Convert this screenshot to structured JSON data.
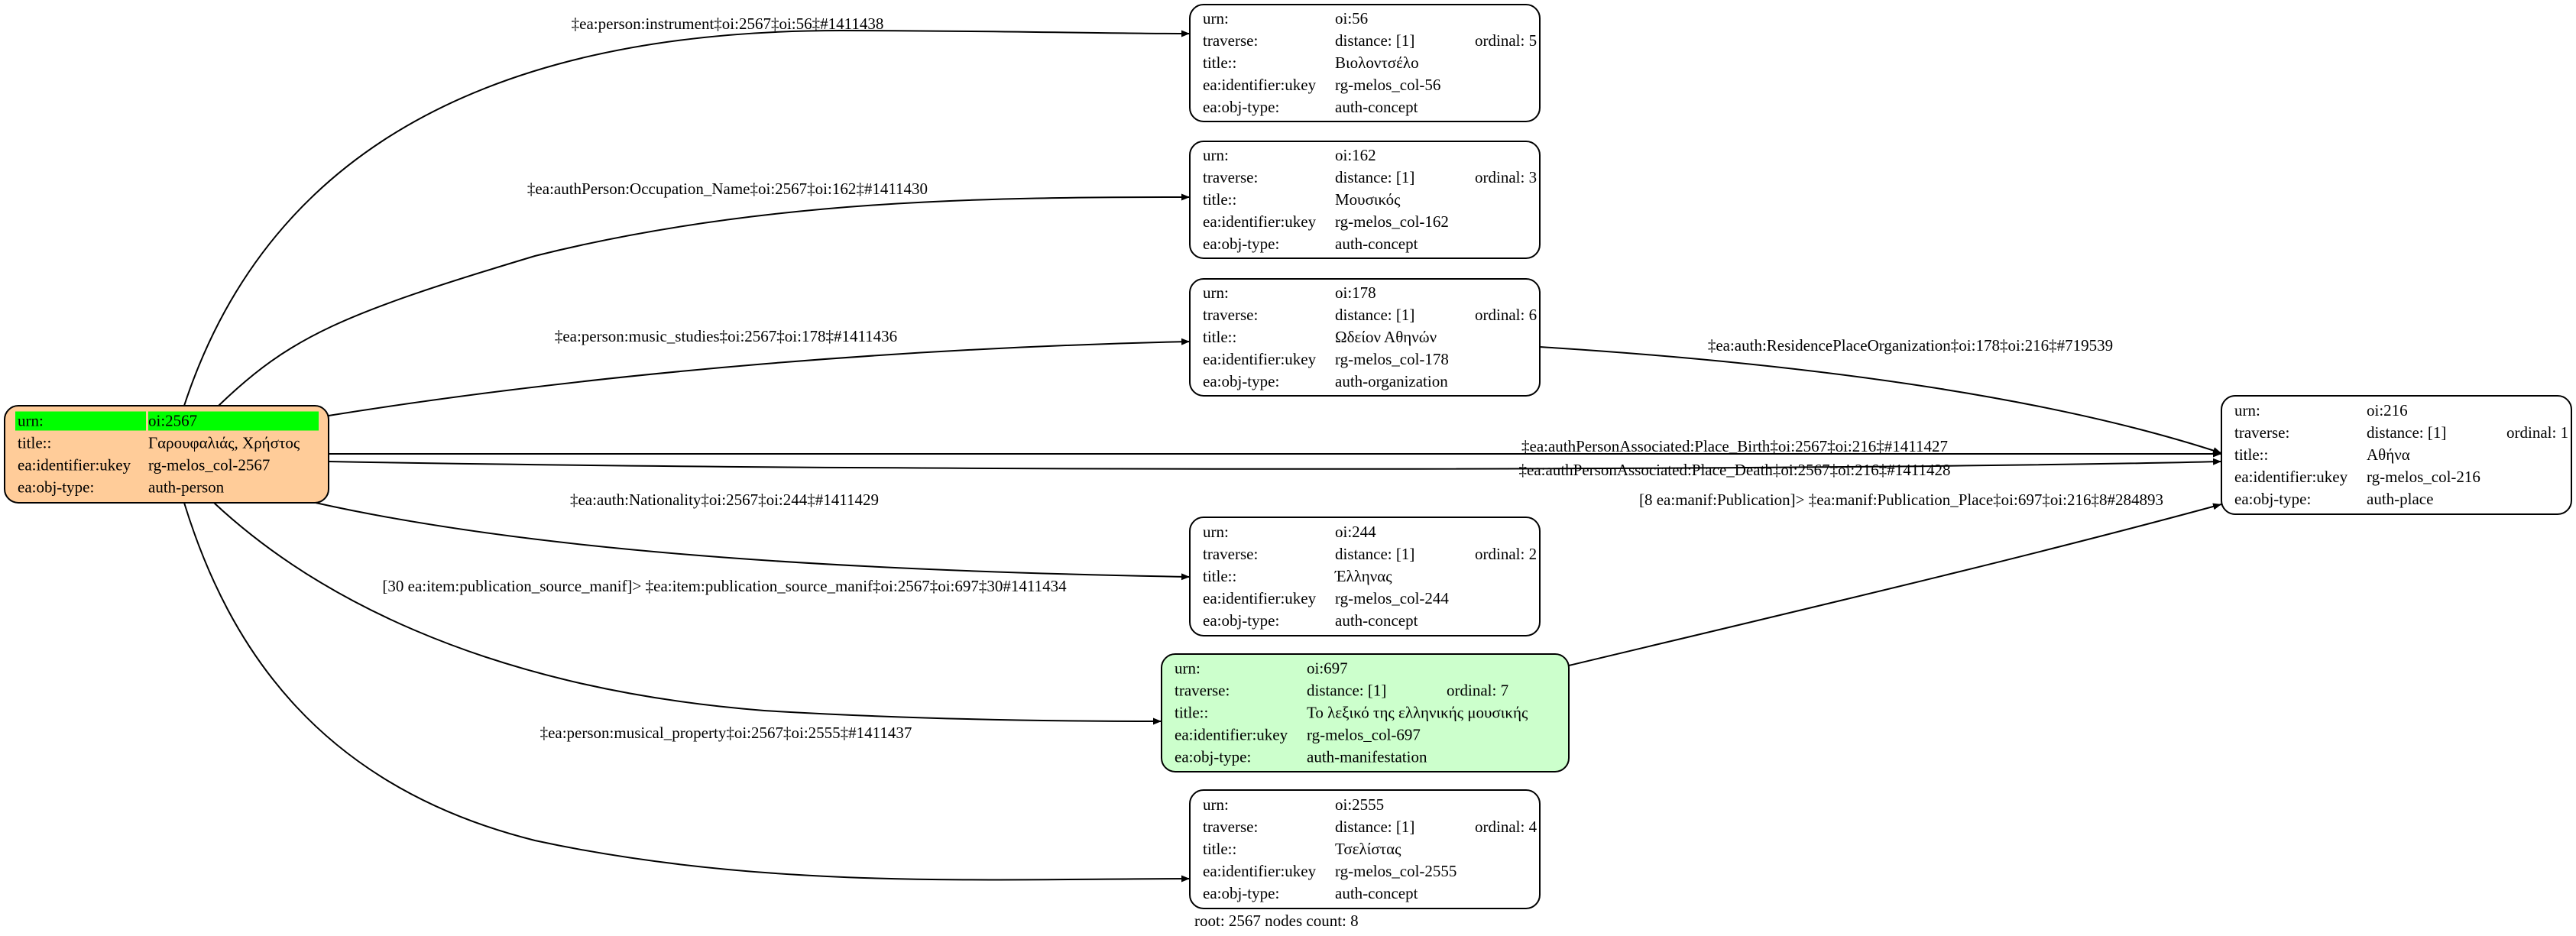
{
  "colors": {
    "root_fill": "#ffcc99",
    "root_urn_highlight": "#00ff00",
    "manifestation_fill": "#ccffcc",
    "default_fill": "#ffffff",
    "stroke": "#000000"
  },
  "nodes": [
    {
      "key": "n2567",
      "rows": [
        [
          "urn:",
          "oi:2567",
          ""
        ],
        [
          "title::",
          "Γαρουφαλιάς, Χρήστος",
          ""
        ],
        [
          "ea:identifier:ukey",
          "rg-melos_col-2567",
          ""
        ],
        [
          "ea:obj-type:",
          "auth-person",
          ""
        ]
      ]
    },
    {
      "key": "n56",
      "rows": [
        [
          "urn:",
          "oi:56",
          ""
        ],
        [
          "traverse:",
          "distance: [1]",
          "ordinal: 5"
        ],
        [
          "title::",
          "Βιολοντσέλο",
          ""
        ],
        [
          "ea:identifier:ukey",
          "rg-melos_col-56",
          ""
        ],
        [
          "ea:obj-type:",
          "auth-concept",
          ""
        ]
      ]
    },
    {
      "key": "n162",
      "rows": [
        [
          "urn:",
          "oi:162",
          ""
        ],
        [
          "traverse:",
          "distance: [1]",
          "ordinal: 3"
        ],
        [
          "title::",
          "Μουσικός",
          ""
        ],
        [
          "ea:identifier:ukey",
          "rg-melos_col-162",
          ""
        ],
        [
          "ea:obj-type:",
          "auth-concept",
          ""
        ]
      ]
    },
    {
      "key": "n178",
      "rows": [
        [
          "urn:",
          "oi:178",
          ""
        ],
        [
          "traverse:",
          "distance: [1]",
          "ordinal: 6"
        ],
        [
          "title::",
          "Ωδείον Αθηνών",
          ""
        ],
        [
          "ea:identifier:ukey",
          "rg-melos_col-178",
          ""
        ],
        [
          "ea:obj-type:",
          "auth-organization",
          ""
        ]
      ]
    },
    {
      "key": "n216",
      "rows": [
        [
          "urn:",
          "oi:216",
          ""
        ],
        [
          "traverse:",
          "distance: [1]",
          "ordinal: 1"
        ],
        [
          "title::",
          "Αθήνα",
          ""
        ],
        [
          "ea:identifier:ukey",
          "rg-melos_col-216",
          ""
        ],
        [
          "ea:obj-type:",
          "auth-place",
          ""
        ]
      ]
    },
    {
      "key": "n244",
      "rows": [
        [
          "urn:",
          "oi:244",
          ""
        ],
        [
          "traverse:",
          "distance: [1]",
          "ordinal: 2"
        ],
        [
          "title::",
          "Έλληνας",
          ""
        ],
        [
          "ea:identifier:ukey",
          "rg-melos_col-244",
          ""
        ],
        [
          "ea:obj-type:",
          "auth-concept",
          ""
        ]
      ]
    },
    {
      "key": "n697",
      "rows": [
        [
          "urn:",
          "oi:697",
          ""
        ],
        [
          "traverse:",
          "distance: [1]",
          "ordinal: 7"
        ],
        [
          "title::",
          "Το λεξικό της ελληνικής μουσικής",
          ""
        ],
        [
          "ea:identifier:ukey",
          "rg-melos_col-697",
          ""
        ],
        [
          "ea:obj-type:",
          "auth-manifestation",
          ""
        ]
      ]
    },
    {
      "key": "n2555",
      "rows": [
        [
          "urn:",
          "oi:2555",
          ""
        ],
        [
          "traverse:",
          "distance: [1]",
          "ordinal: 4"
        ],
        [
          "title::",
          "Τσελίστας",
          ""
        ],
        [
          "ea:identifier:ukey",
          "rg-melos_col-2555",
          ""
        ],
        [
          "ea:obj-type:",
          "auth-concept",
          ""
        ]
      ]
    }
  ],
  "edges": [
    {
      "key": "e-instrument",
      "label": "‡ea:person:instrument‡oi:2567‡oi:56‡#1411438"
    },
    {
      "key": "e-occupation",
      "label": "‡ea:authPerson:Occupation_Name‡oi:2567‡oi:162‡#1411430"
    },
    {
      "key": "e-music-studies",
      "label": "‡ea:person:music_studies‡oi:2567‡oi:178‡#1411436"
    },
    {
      "key": "e-residence",
      "label": "‡ea:auth:ResidencePlaceOrganization‡oi:178‡oi:216‡#719539"
    },
    {
      "key": "e-birth",
      "label": "‡ea:authPersonAssociated:Place_Birth‡oi:2567‡oi:216‡#1411427"
    },
    {
      "key": "e-death",
      "label": "‡ea:authPersonAssociated:Place_Death‡oi:2567‡oi:216‡#1411428"
    },
    {
      "key": "e-nationality",
      "label": "‡ea:auth:Nationality‡oi:2567‡oi:244‡#1411429"
    },
    {
      "key": "e-publication-source",
      "label": "[30 ea:item:publication_source_manif]> ‡ea:item:publication_source_manif‡oi:2567‡oi:697‡30#1411434"
    },
    {
      "key": "e-musical-property",
      "label": "‡ea:person:musical_property‡oi:2567‡oi:2555‡#1411437"
    },
    {
      "key": "e-publication-place",
      "label": "[8 ea:manif:Publication]> ‡ea:manif:Publication_Place‡oi:697‡oi:216‡8#284893"
    }
  ],
  "footer": "root: 2567 nodes count: 8"
}
